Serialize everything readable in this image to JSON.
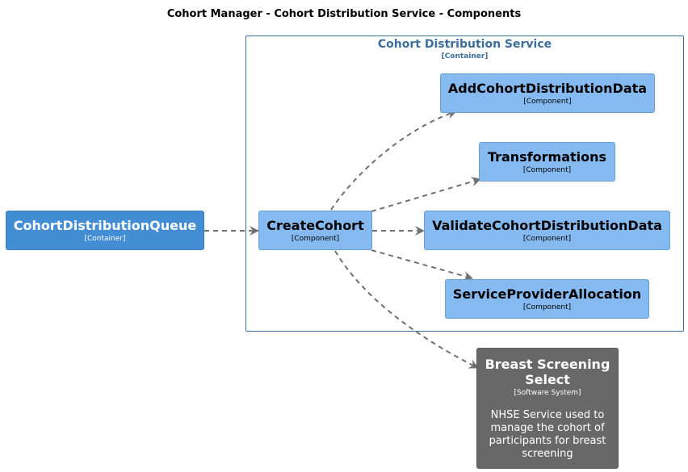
{
  "title": "Cohort Manager - Cohort Distribution Service - Components",
  "boundary": {
    "name": "Cohort Distribution Service",
    "type": "[Container]"
  },
  "nodes": {
    "queue": {
      "name": "CohortDistributionQueue",
      "type": "[Container]"
    },
    "create_cohort": {
      "name": "CreateCohort",
      "type": "[Component]"
    },
    "add_data": {
      "name": "AddCohortDistributionData",
      "type": "[Component]"
    },
    "transformations": {
      "name": "Transformations",
      "type": "[Component]"
    },
    "validate": {
      "name": "ValidateCohortDistributionData",
      "type": "[Component]"
    },
    "allocation": {
      "name": "ServiceProviderAllocation",
      "type": "[Component]"
    },
    "bss": {
      "name_line1": "Breast Screening",
      "name_line2": "Select",
      "type": "[Software System]",
      "description": "NHSE Service used to manage the cohort of participants for breast screening"
    }
  },
  "colors": {
    "component": "#85baf0",
    "container": "#438dd5",
    "software_system": "#686868",
    "boundary": "#3b6e9c",
    "edge": "#707070"
  }
}
